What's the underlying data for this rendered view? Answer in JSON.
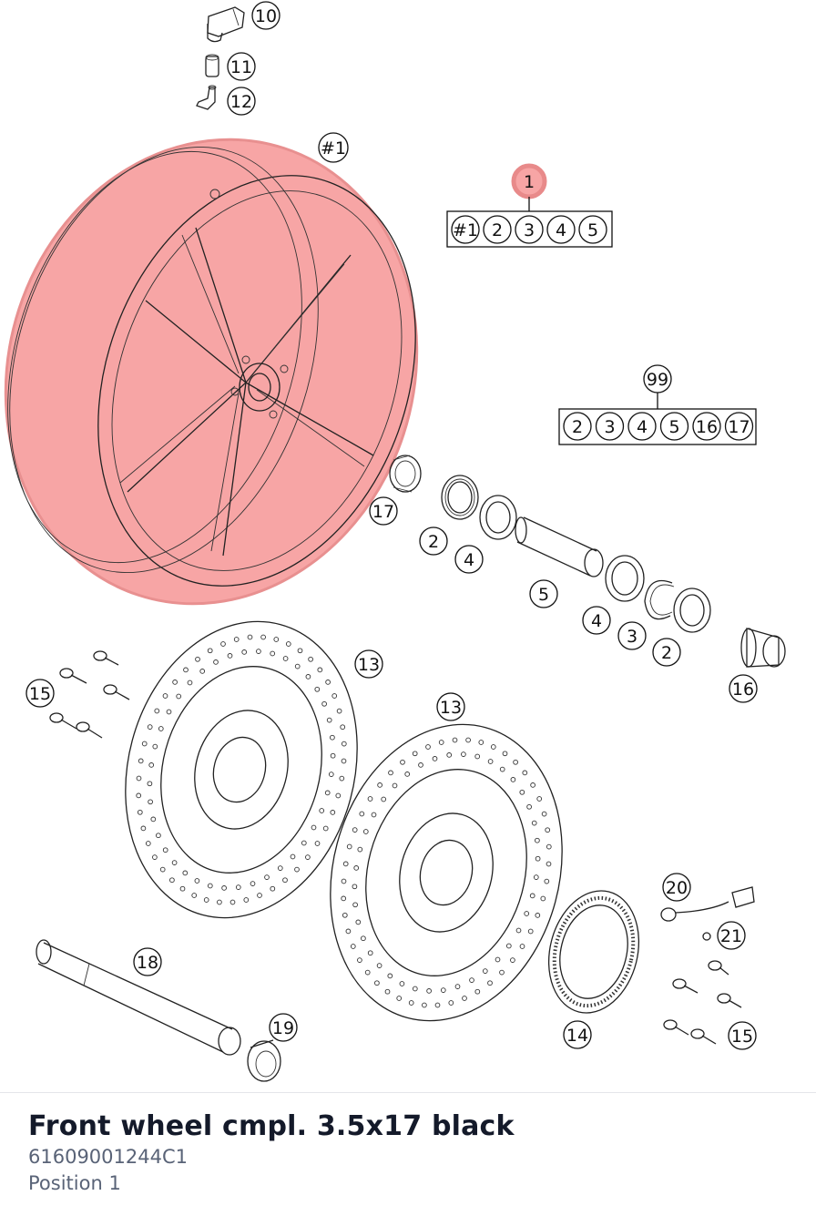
{
  "part": {
    "title": "Front wheel cmpl. 3.5x17 black",
    "number": "61609001244C1",
    "position": "Position 1"
  },
  "colors": {
    "highlight": "#f7a5a5",
    "highlight_stroke": "#e88a8a",
    "title": "#141a2a",
    "meta": "#596377"
  },
  "callouts": {
    "c10": "10",
    "c11": "11",
    "c12": "12",
    "c1_wheel": "#1",
    "c1_selected": "1",
    "c99": "99",
    "c17": "17",
    "c2a": "2",
    "c4a": "4",
    "c5": "5",
    "c4b": "4",
    "c3": "3",
    "c2b": "2",
    "c16": "16",
    "c13a": "13",
    "c13b": "13",
    "c15a": "15",
    "c15b": "15",
    "c18": "18",
    "c19": "19",
    "c14": "14",
    "c20": "20",
    "c21": "21"
  },
  "groups": {
    "set1": [
      "#1",
      "2",
      "3",
      "4",
      "5"
    ],
    "set99": [
      "2",
      "3",
      "4",
      "5",
      "16",
      "17"
    ]
  }
}
